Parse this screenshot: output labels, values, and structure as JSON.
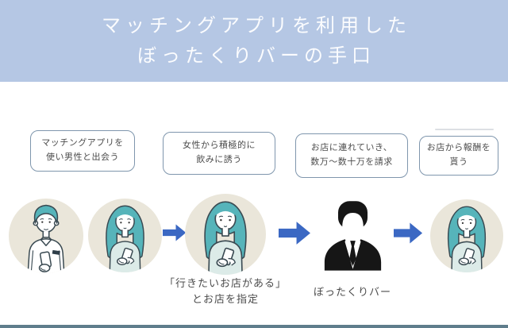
{
  "header": {
    "lines": [
      "マッチングアプリを利用した",
      "ぼったくりバーの手口"
    ]
  },
  "steps": [
    {
      "lines": [
        "マッチングアプリを",
        "使い男性と出会う"
      ]
    },
    {
      "lines": [
        "女性から積極的に",
        "飲みに誘う"
      ]
    },
    {
      "lines": [
        "お店に連れていき、",
        "数万～数十万を請求"
      ]
    },
    {
      "lines": [
        "お店から報酬を",
        "貰う"
      ]
    }
  ],
  "flow": {
    "figures": [
      {
        "icon": "man-with-phone-illustration"
      },
      {
        "icon": "woman-with-phone-illustration"
      },
      {
        "icon": "woman-with-phone-illustration"
      },
      {
        "icon": "businessman-silhouette-icon"
      },
      {
        "icon": "woman-with-phone-illustration"
      }
    ],
    "arrow_icon": "right-block-arrow-icon"
  },
  "captions": {
    "shop_request": {
      "lines": [
        "「行きたいお店がある」",
        "とお店を指定"
      ]
    },
    "bar": "ぼったくりバー"
  },
  "colors": {
    "header_bg": "#b5c7e4",
    "header_text": "#fbfcfe",
    "box_border": "#7f96ad",
    "body_text": "#4c4c4c",
    "arrow_blue": "#3b68c3",
    "circle_bg": "#eae6da",
    "hair_teal": "#56b4ba",
    "outline_navy": "#3a4a52",
    "blouse_teal": "#dcebe8",
    "silhouette_black": "#161616",
    "footer_bar": "#5f7d8c"
  }
}
